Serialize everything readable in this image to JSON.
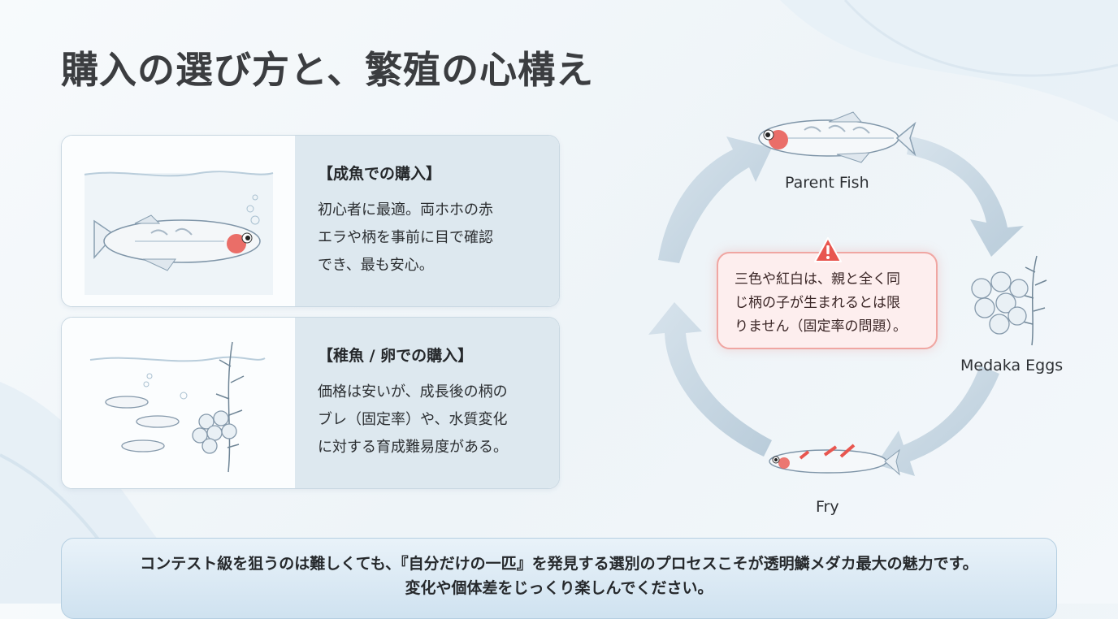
{
  "title": "購入の選び方と、繁殖の心構え",
  "cards": [
    {
      "heading": "【成魚での購入】",
      "body": "初心者に最適。両ホホの赤\nエラや柄を事前に目で確認\nでき、最も安心。"
    },
    {
      "heading": "【稚魚 / 卵での購入】",
      "body": "価格は安いが、成長後の柄の\nブレ（固定率）や、水質変化\nに対する育成難易度がある。"
    }
  ],
  "cycle": {
    "parent_label": "Parent Fish",
    "eggs_label": "Medaka Eggs",
    "fry_label": "Fry",
    "warning": "三色や紅白は、親と全く同\nじ柄の子が生まれるとは限\nりません（固定率の問題）。"
  },
  "bottom": {
    "line1": "コンテスト級を狙うのは難しくても、『自分だけの一匹』を発見する選別のプロセスこそが透明鱗メダカ最大の魅力です。",
    "line2": "変化や個体差をじっくり楽しんでください。"
  },
  "colors": {
    "accent_red": "#e8564f",
    "arrow": "#c7d6e2",
    "card_text_bg": "#dde8ef",
    "warning_border": "#f0a6a2"
  }
}
